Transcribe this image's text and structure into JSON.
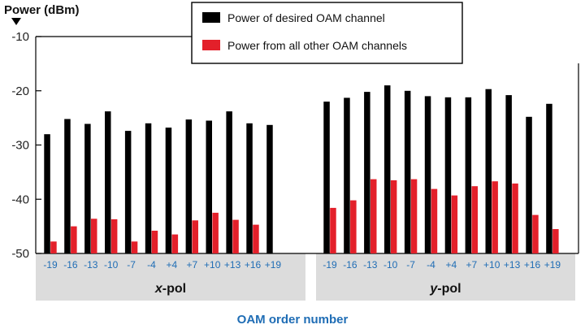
{
  "chart_data": {
    "type": "bar",
    "ylabel": "Power (dBm)",
    "xlabel": "OAM order number",
    "ylim": [
      -50,
      -10
    ],
    "yticks": [
      -10,
      -20,
      -30,
      -40,
      -50
    ],
    "grid": false,
    "legend_position": "top-right",
    "categories": [
      "-19",
      "-16",
      "-13",
      "-10",
      "-7",
      "-4",
      "+4",
      "+7",
      "+10",
      "+13",
      "+16",
      "+19"
    ],
    "series": [
      {
        "name": "Power of desired OAM channel",
        "color": "#000000"
      },
      {
        "name": "Power from all other OAM channels",
        "color": "#e3202a"
      }
    ],
    "groups": [
      {
        "label_letter": "x",
        "label_rest": "-pol",
        "desired": [
          -28.0,
          -25.2,
          -26.1,
          -23.8,
          -27.4,
          -26.0,
          -26.8,
          -25.3,
          -25.5,
          -23.8,
          -26.0,
          -26.3
        ],
        "others": [
          -47.8,
          -45.0,
          -43.6,
          -43.7,
          -47.8,
          -45.8,
          -46.5,
          -43.9,
          -42.5,
          -43.8,
          -44.7,
          -50.0
        ]
      },
      {
        "label_letter": "y",
        "label_rest": "-pol",
        "desired": [
          -22.0,
          -21.3,
          -20.2,
          -19.0,
          -20.0,
          -21.0,
          -21.2,
          -21.2,
          -19.7,
          -20.8,
          -24.8,
          -22.4
        ],
        "others": [
          -41.6,
          -40.2,
          -36.3,
          -36.5,
          -36.3,
          -38.1,
          -39.3,
          -37.6,
          -36.7,
          -37.1,
          -42.9,
          -45.5
        ]
      }
    ]
  }
}
